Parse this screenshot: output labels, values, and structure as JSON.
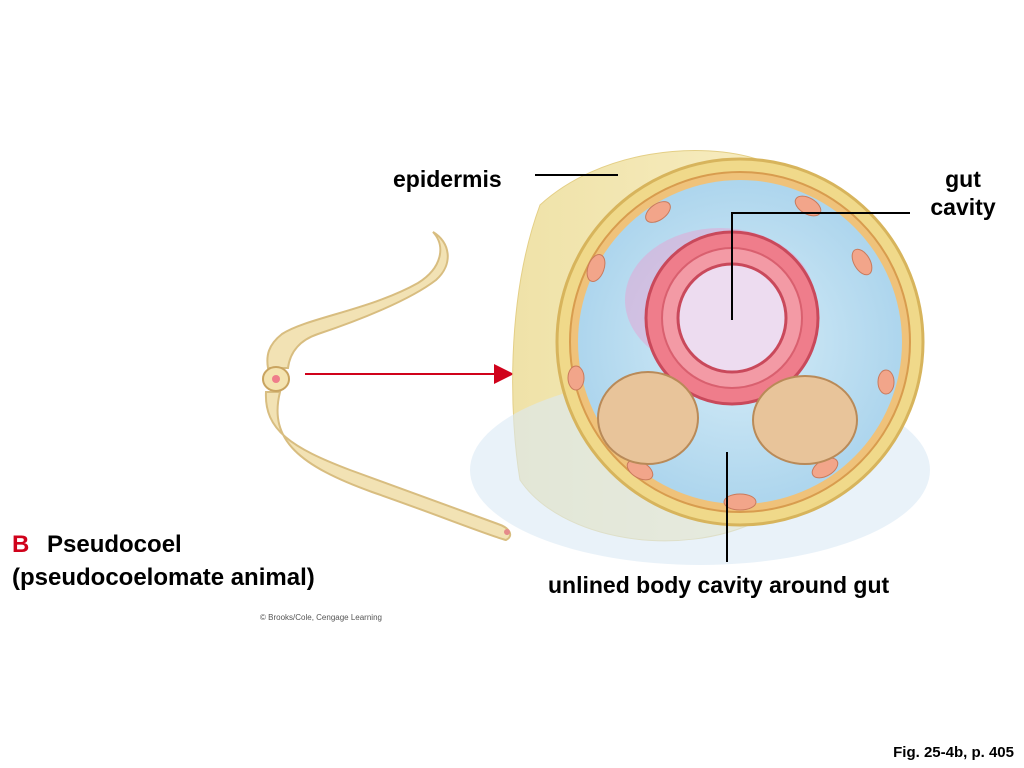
{
  "labels": {
    "epidermis": "epidermis",
    "gut_line1": "gut",
    "gut_line2": "cavity",
    "body_cavity": "unlined body cavity around gut"
  },
  "caption": {
    "letter": "B",
    "title": "Pseudocoel",
    "subtitle": "(pseudocoelomate animal)"
  },
  "credit": "© Brooks/Cole, Cengage Learning",
  "figure_ref": "Fig. 25-4b, p. 405",
  "colors": {
    "worm_body": "#f2e2b4",
    "worm_outline": "#d8bd80",
    "epidermis": "#f0d98a",
    "cavity": "#bfe0f2",
    "gut_wall": "#ef7d8b",
    "arrow": "#d0021b",
    "caption_letter": "#d0021b"
  }
}
